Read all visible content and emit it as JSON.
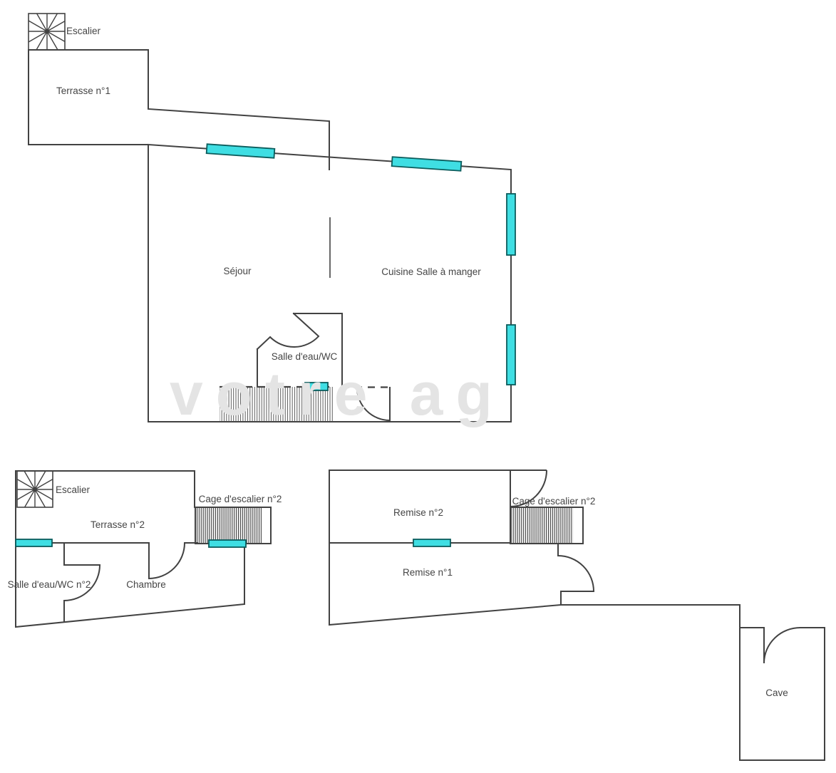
{
  "plan1": {
    "escalier": "Escalier",
    "terrasse": "Terrasse n°1",
    "sejour": "Séjour",
    "cuisine": "Cuisine Salle à manger",
    "salle_eau": "Salle d'eau/WC"
  },
  "plan2": {
    "escalier": "Escalier",
    "terrasse": "Terrasse n°2",
    "cage": "Cage d'escalier n°2",
    "salle_eau": "Salle d'eau/WC n°2",
    "chambre": "Chambre"
  },
  "plan3": {
    "remise2": "Remise n°2",
    "cage": "Cage d'escalier n°2",
    "remise1": "Remise n°1",
    "cave": "Cave"
  },
  "watermark": "votre ag",
  "colors": {
    "wall": "#424242",
    "label": "#454545",
    "window_fill": "#3FDEE3",
    "window_stroke": "#0b5c5c",
    "watermark": "#e4e4e4"
  }
}
